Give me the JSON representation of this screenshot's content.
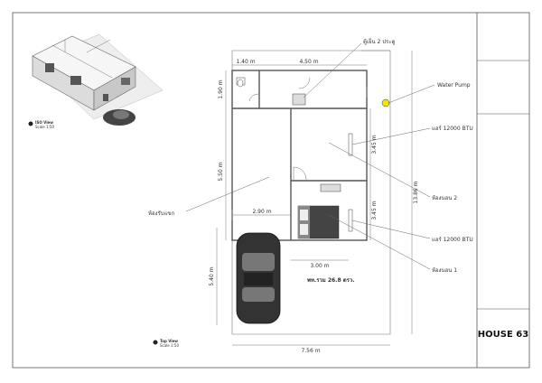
{
  "title_block": {
    "project_name": "HOUSE 63"
  },
  "views": {
    "iso": {
      "title": "ISO View",
      "scale": "Scale 1:50"
    },
    "top": {
      "title": "Top View",
      "scale": "Scale 1:50"
    }
  },
  "dimensions": {
    "top_left": "1.40 m",
    "top_right": "4.50 m",
    "upper_height": "1.90 m",
    "living_height": "5.50 m",
    "living_width": "2.90 m",
    "car_length": "5.40 m",
    "bedroom2_height": "3.45 m",
    "bedroom1_height": "3.45 m",
    "bedroom1_width": "3.00 m",
    "overall_width": "7.56 m",
    "overall_length": "13.86 m"
  },
  "annotations": {
    "wardrobe": "ตู้เย็น 2 ประตู",
    "water_pump": "Water Pump",
    "ac_upper": "แอร์ 12000 BTU",
    "bedroom2": "ห้องนอน 2",
    "living_room": "ห้องรับแขก",
    "ac_lower": "แอร์ 12000 BTU",
    "bedroom1": "ห้องนอน 1",
    "area": "พท.รวม 26.8 ตรว."
  },
  "colors": {
    "line": "#333333",
    "wall": "#555555",
    "pump": "#f2e600"
  }
}
